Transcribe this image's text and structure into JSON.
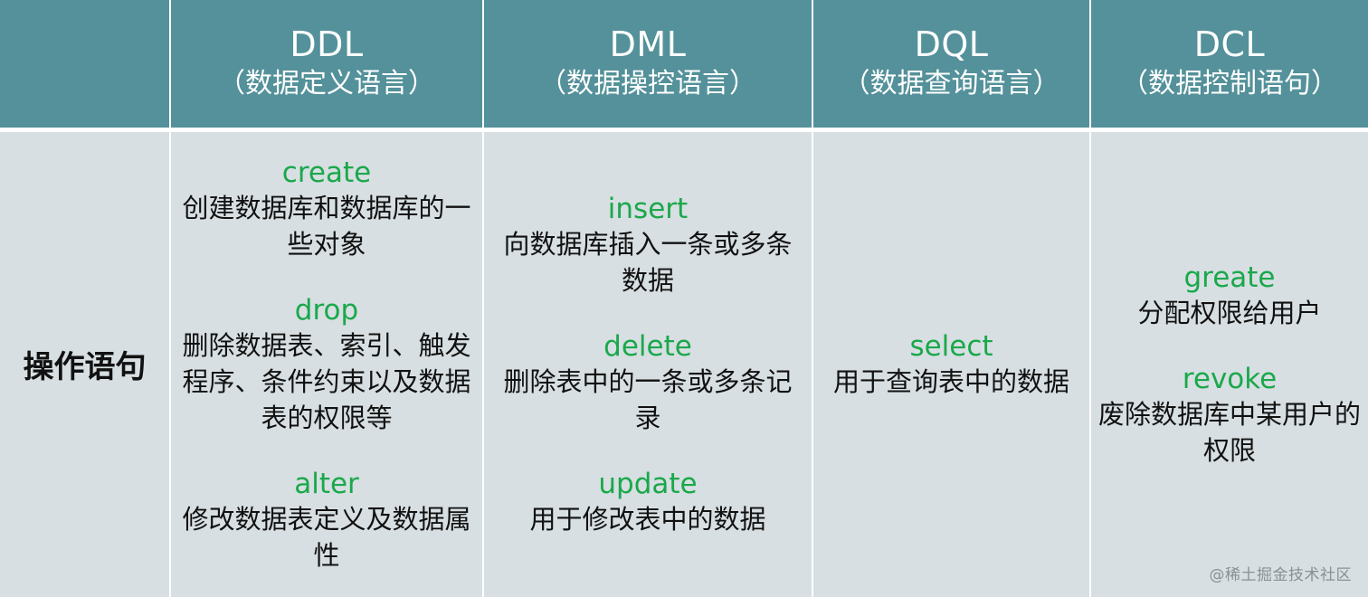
{
  "header": {
    "columns": [
      {
        "code": "",
        "desc": ""
      },
      {
        "code": "DDL",
        "desc": "（数据定义语言）"
      },
      {
        "code": "DML",
        "desc": "（数据操控语言）"
      },
      {
        "code": "DQL",
        "desc": "（数据查询语言）"
      },
      {
        "code": "DCL",
        "desc": "（数据控制语句）"
      }
    ]
  },
  "row": {
    "label": "操作语句",
    "ddl": [
      {
        "keyword": "create",
        "description": "创建数据库和数据库的一些对象"
      },
      {
        "keyword": "drop",
        "description": "删除数据表、索引、触发程序、条件约束以及数据表的权限等"
      },
      {
        "keyword": "alter",
        "description": "修改数据表定义及数据属性"
      }
    ],
    "dml": [
      {
        "keyword": "insert",
        "description": "向数据库插入一条或多条数据"
      },
      {
        "keyword": "delete",
        "description": "删除表中的一条或多条记录"
      },
      {
        "keyword": "update",
        "description": "用于修改表中的数据"
      }
    ],
    "dql": [
      {
        "keyword": "select",
        "description": "用于查询表中的数据"
      }
    ],
    "dcl": [
      {
        "keyword": "greate",
        "description": "分配权限给用户"
      },
      {
        "keyword": "revoke",
        "description": "废除数据库中某用户的权限"
      }
    ]
  },
  "watermark": "@稀土掘金技术社区",
  "colors": {
    "header_bg": "#54919a",
    "body_bg": "#d7dfe2",
    "keyword": "#1aa84b",
    "text": "#111111",
    "divider": "#ffffff"
  }
}
